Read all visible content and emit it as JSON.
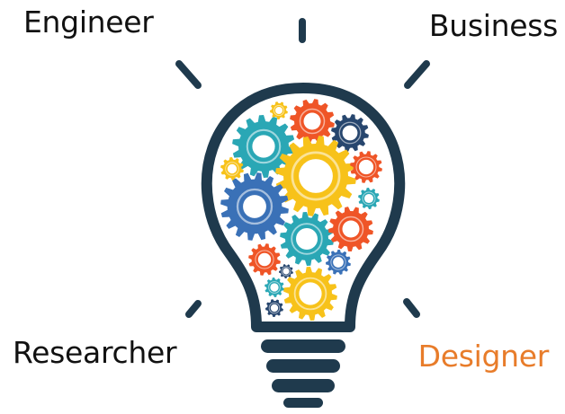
{
  "labels": {
    "top_left": "Engineer",
    "top_right": "Business",
    "bottom_left": "Researcher",
    "bottom_right": "Designer"
  },
  "colors": {
    "text": "#111111",
    "accent_text": "#e87c2a",
    "bulb_outline": "#1f3a4d",
    "gear_teal": "#2aa7b5",
    "gear_orange": "#ef5527",
    "gear_yellow": "#f7c21a",
    "gear_blue": "#3a71b7",
    "gear_navy": "#27466e"
  },
  "icons": [
    "lightbulb-icon",
    "gear-icon",
    "light-ray-icon"
  ]
}
